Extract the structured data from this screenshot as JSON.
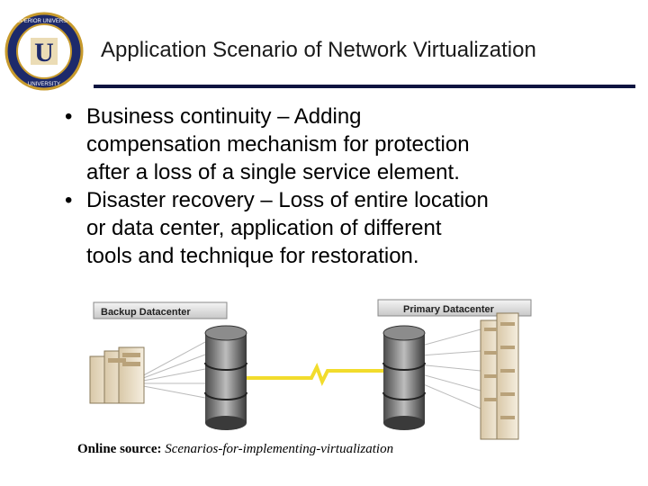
{
  "logo": {
    "ring_text_top": "SUPERIOR UNIVERSITY",
    "ring_text_bottom": "UNIVERSITY",
    "center_letter": "U"
  },
  "slide": {
    "title": "Application Scenario of Network Virtualization"
  },
  "bullets": [
    {
      "marker": "•",
      "lines": [
        "Business continuity – Adding",
        "compensation mechanism for protection",
        "after a loss of a single service element."
      ]
    },
    {
      "marker": "•",
      "lines": [
        "Disaster recovery – Loss of entire location",
        "or data center, application of different",
        "tools and technique for restoration."
      ]
    }
  ],
  "diagram": {
    "backup_label": "Backup Datacenter",
    "primary_label": "Primary Datacenter"
  },
  "source": {
    "prefix": "Online source:",
    "text": " Scenarios-for-implementing-virtualization"
  }
}
